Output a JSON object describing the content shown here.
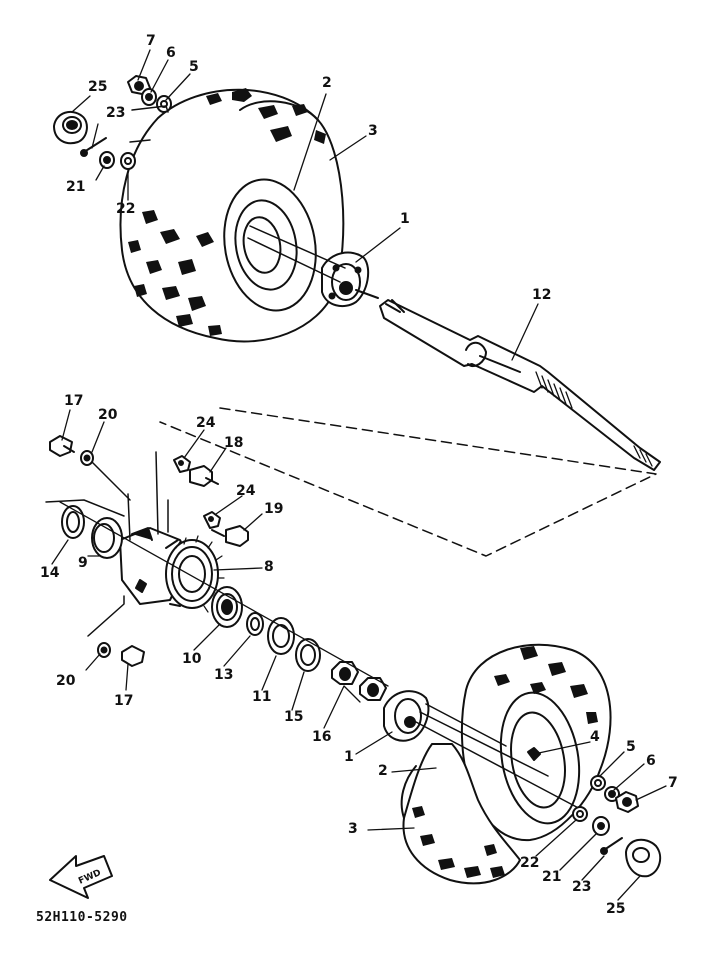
{
  "diagram": {
    "drawing_code": "52H110-5290",
    "fwd_label": "FWD",
    "callouts": [
      {
        "id": "c7a",
        "text": "7"
      },
      {
        "id": "c6a",
        "text": "6"
      },
      {
        "id": "c5a",
        "text": "5"
      },
      {
        "id": "c25a",
        "text": "25"
      },
      {
        "id": "c23a",
        "text": "23"
      },
      {
        "id": "c21a",
        "text": "21"
      },
      {
        "id": "c22a",
        "text": "22"
      },
      {
        "id": "c2a",
        "text": "2"
      },
      {
        "id": "c3a",
        "text": "3"
      },
      {
        "id": "c1a",
        "text": "1"
      },
      {
        "id": "c12",
        "text": "12"
      },
      {
        "id": "c17a",
        "text": "17"
      },
      {
        "id": "c20a",
        "text": "20"
      },
      {
        "id": "c24a",
        "text": "24"
      },
      {
        "id": "c18",
        "text": "18"
      },
      {
        "id": "c24b",
        "text": "24"
      },
      {
        "id": "c19",
        "text": "19"
      },
      {
        "id": "c8",
        "text": "8"
      },
      {
        "id": "c14",
        "text": "14"
      },
      {
        "id": "c9",
        "text": "9"
      },
      {
        "id": "c10",
        "text": "10"
      },
      {
        "id": "c13",
        "text": "13"
      },
      {
        "id": "c11",
        "text": "11"
      },
      {
        "id": "c15",
        "text": "15"
      },
      {
        "id": "c16",
        "text": "16"
      },
      {
        "id": "c20b",
        "text": "20"
      },
      {
        "id": "c17b",
        "text": "17"
      },
      {
        "id": "c1b",
        "text": "1"
      },
      {
        "id": "c2b",
        "text": "2"
      },
      {
        "id": "c4",
        "text": "4"
      },
      {
        "id": "c5b",
        "text": "5"
      },
      {
        "id": "c6b",
        "text": "6"
      },
      {
        "id": "c7b",
        "text": "7"
      },
      {
        "id": "c3b",
        "text": "3"
      },
      {
        "id": "c22b",
        "text": "22"
      },
      {
        "id": "c21b",
        "text": "21"
      },
      {
        "id": "c23b",
        "text": "23"
      },
      {
        "id": "c25b",
        "text": "25"
      }
    ]
  }
}
